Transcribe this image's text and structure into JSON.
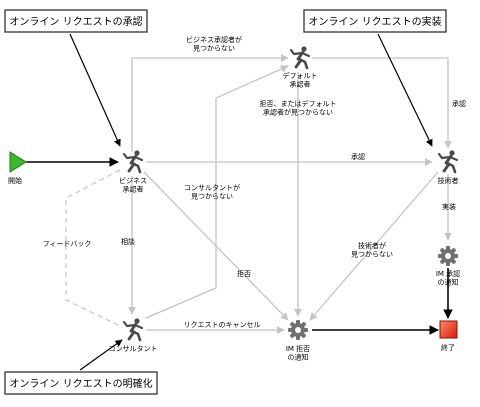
{
  "callouts": {
    "approve": "オンライン リクエストの承認",
    "implement": "オンライン リクエストの実装",
    "clarify": "オンライン リクエストの明確化"
  },
  "nodes": {
    "start": {
      "label": "開始",
      "icon": "green-start-arrow-icon"
    },
    "business": {
      "label": "ビジネス\n承認者",
      "icon": "running-person-icon"
    },
    "default": {
      "label": "デフォルト\n承認者",
      "icon": "running-person-icon"
    },
    "technician": {
      "label": "技術者",
      "icon": "running-person-icon"
    },
    "consultant": {
      "label": "コンサルタント",
      "icon": "running-person-icon"
    },
    "im_approve": {
      "label": "IM 承認\nの通知",
      "icon": "gear-icon"
    },
    "im_reject": {
      "label": "IM 拒否\nの通知",
      "icon": "gear-icon"
    },
    "end": {
      "label": "終了",
      "icon": "red-end-square-icon"
    }
  },
  "edge_labels": {
    "biz_not_found": "ビジネス承認者が\n見つからない",
    "reject_default_not_found": "拒否、またはデフォルト\n承認者が見つからない",
    "approve_top": "承認",
    "approve_mid": "承認",
    "consultant_not_found": "コンサルタントが\n見つからない",
    "implement": "実装",
    "feedback": "フィードバック",
    "consult": "相談",
    "reject": "拒否",
    "tech_not_found": "技術者が\n見つからない",
    "cancel_request": "リクエストのキャンセル"
  },
  "colors": {
    "start_green": "#3cb830",
    "end_red": "#e83020",
    "gear_gray": "#707070",
    "edge_gray": "#c4c4c4"
  }
}
